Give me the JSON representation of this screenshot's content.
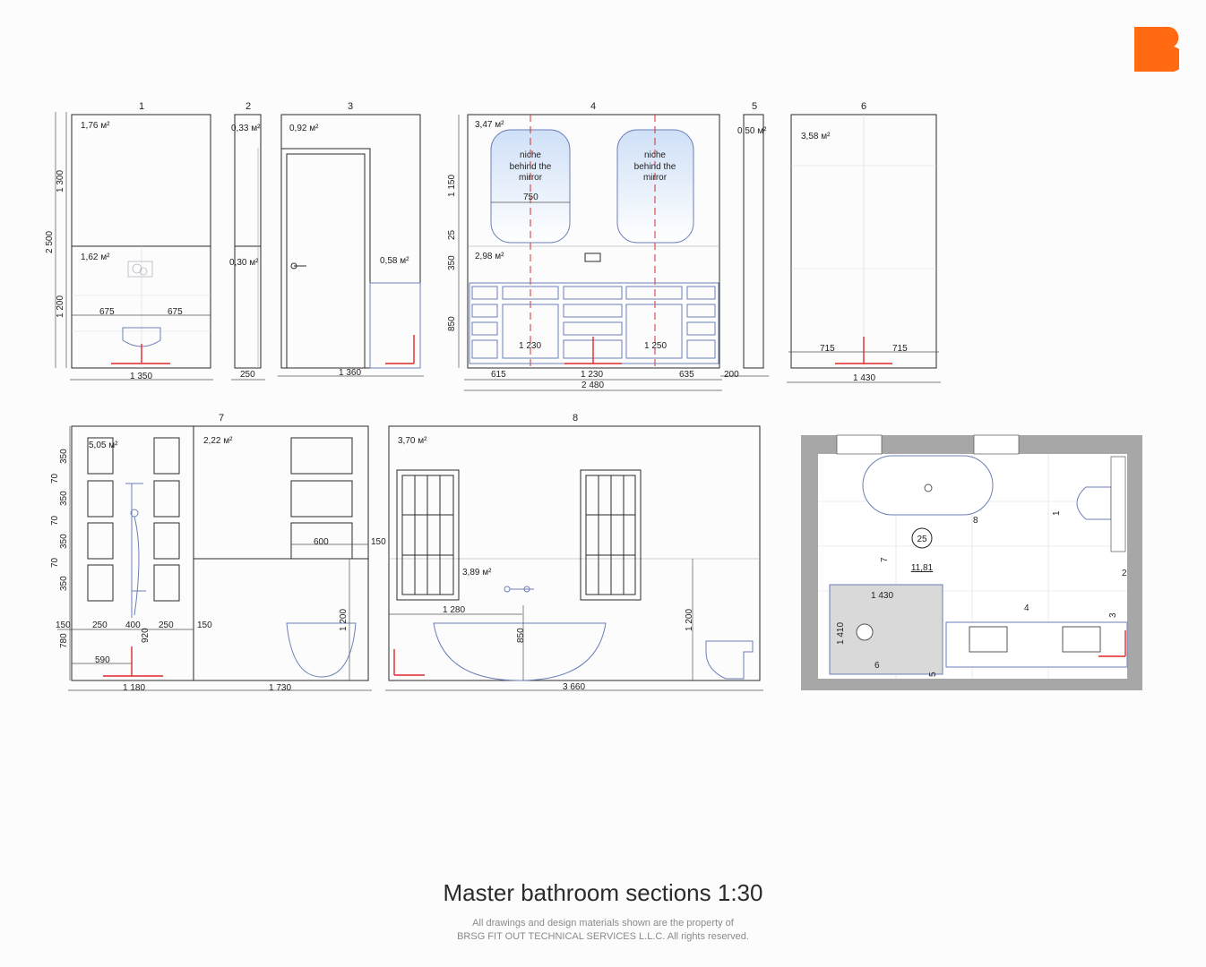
{
  "brand": {
    "logo_color": "#ff6a13",
    "accent_red": "#e0262a",
    "outline_blue": "#6b7fb8"
  },
  "sections": [
    {
      "id": "1",
      "areas": [
        "1,76 м²",
        "1,62 м²"
      ],
      "dims": [
        "1 300",
        "1 200",
        "2 500",
        "675",
        "675",
        "1 350"
      ]
    },
    {
      "id": "2",
      "areas": [
        "0,33 м²",
        "0,30 м²"
      ],
      "dims": [
        "250"
      ]
    },
    {
      "id": "3",
      "areas": [
        "0,92 м²",
        "0,58 м²"
      ],
      "dims": [
        "1 360"
      ]
    },
    {
      "id": "4",
      "areas": [
        "3,47 м²",
        "2,98 м²"
      ],
      "dims": [
        "1 150",
        "25",
        "350",
        "850",
        "750",
        "1 230",
        "1 250",
        "615",
        "1 230",
        "635",
        "2 480"
      ],
      "niche_left": [
        "niche",
        "behind the",
        "mirror"
      ],
      "niche_right": [
        "niche",
        "behind the",
        "mirror"
      ]
    },
    {
      "id": "5",
      "areas": [
        "0,50 м²"
      ],
      "dims": [
        "200"
      ]
    },
    {
      "id": "6",
      "areas": [
        "3,58 м²"
      ],
      "dims": [
        "715",
        "715",
        "1 430"
      ]
    },
    {
      "id": "7",
      "areas": [
        "5,05 м²",
        "2,22 м²"
      ],
      "dims": [
        "350",
        "70",
        "350",
        "70",
        "350",
        "70",
        "350",
        "780",
        "150",
        "250",
        "400",
        "250",
        "150",
        "920",
        "590",
        "600",
        "150",
        "1 200",
        "1 180",
        "1 730"
      ]
    },
    {
      "id": "8",
      "areas": [
        "3,70 м²",
        "3,89 м²"
      ],
      "dims": [
        "1 280",
        "850",
        "1 200",
        "3 660"
      ]
    }
  ],
  "plan": {
    "area_number": "25",
    "area_value": "11,81",
    "dim_1430": "1 430",
    "dim_1410": "1 410",
    "markers": [
      "8",
      "1",
      "7",
      "2",
      "4",
      "3",
      "6",
      "5"
    ]
  },
  "footer": {
    "title": "Master bathroom sections 1:30",
    "note_line1": "All drawings and design materials shown are the property of",
    "note_line2": "BRSG FIT OUT TECHNICAL SERVICES L.L.C. All rights reserved."
  }
}
